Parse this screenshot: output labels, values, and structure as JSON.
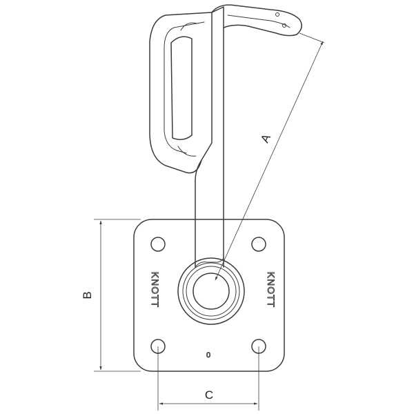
{
  "dimensions": {
    "a_label": "A",
    "b_label": "B",
    "c_label": "C"
  },
  "plate": {
    "brand_left": "KNOTT",
    "brand_right": "KNOTT",
    "center_mark": "0"
  },
  "colors": {
    "line": "#3a3a3a",
    "background": "#ffffff"
  }
}
